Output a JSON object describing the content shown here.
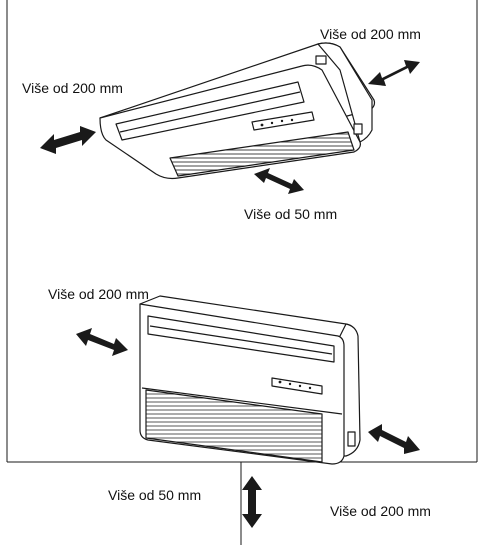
{
  "top_unit": {
    "clearance_right": "Više od 200 mm",
    "clearance_left": "Više od 200 mm",
    "clearance_front": "Više od 50 mm"
  },
  "bottom_unit": {
    "clearance_left": "Više od 200 mm",
    "clearance_bottom": "Više od 50 mm",
    "clearance_right": "Više od 200 mm"
  },
  "colors": {
    "line": "#1a1a1a",
    "arrow": "#1a1a1a",
    "background": "#ffffff"
  }
}
